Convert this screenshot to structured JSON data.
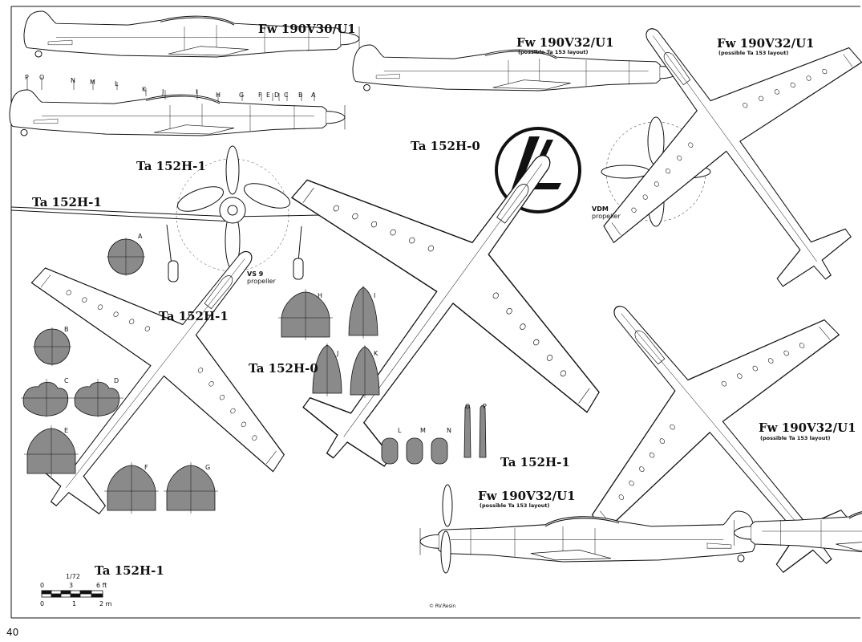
{
  "page": {
    "number": "40"
  },
  "labels": {
    "fw_v30_top": "Fw 190V30/U1",
    "fw_v32_side_top": "Fw 190V32/U1",
    "fw_v32_side_top_sub": "(possible Ta 153 layout)",
    "fw_v32_plan_top": "Fw 190V32/U1",
    "fw_v32_plan_top_sub": "(possible Ta 153 layout)",
    "ta_h1_side": "Ta 152H-1",
    "ta_h1_front": "Ta 152H-1",
    "ta_h1_plan": "Ta 152H-1",
    "ta_h0_plan_top": "Ta 152H-0",
    "ta_h0_mid": "Ta 152H-0",
    "ta_h1_bottom_plan": "Ta 152H-1",
    "fw_v32_bottom_plan": "Fw 190V32/U1",
    "fw_v32_bottom_plan_sub": "(possible Ta 153 layout)",
    "fw_v32_bottom_side": "Fw 190V32/U1",
    "fw_v32_bottom_side_sub": "(possible Ta 153 layout)",
    "ta_h1_bottom_side": "Ta 152H-1"
  },
  "propellers": {
    "vs9": [
      "VS 9",
      "propeller"
    ],
    "vdm": [
      "VDM",
      "propeller"
    ]
  },
  "station_letters": [
    "P",
    "O",
    "N",
    "M",
    "L",
    "K",
    "J",
    "I",
    "H",
    "G",
    "F",
    "E",
    "D",
    "C",
    "B",
    "A"
  ],
  "section_letters": {
    "A": "A",
    "B": "B",
    "C": "C",
    "D": "D",
    "E": "E",
    "F": "F",
    "G": "G",
    "H": "H",
    "I": "I",
    "J": "J",
    "K": "K",
    "L": "L",
    "M": "M",
    "N": "N",
    "O": "O",
    "P": "P"
  },
  "scale": {
    "ratio": "1/72",
    "feet": [
      "0",
      "3",
      "6 ft"
    ],
    "meters": [
      "0",
      "1",
      "2 m"
    ]
  },
  "copyright": "© RV.Resin",
  "colors": {
    "ink": "#111111",
    "section_fill": "#8a8a8a",
    "paper": "#ffffff"
  }
}
